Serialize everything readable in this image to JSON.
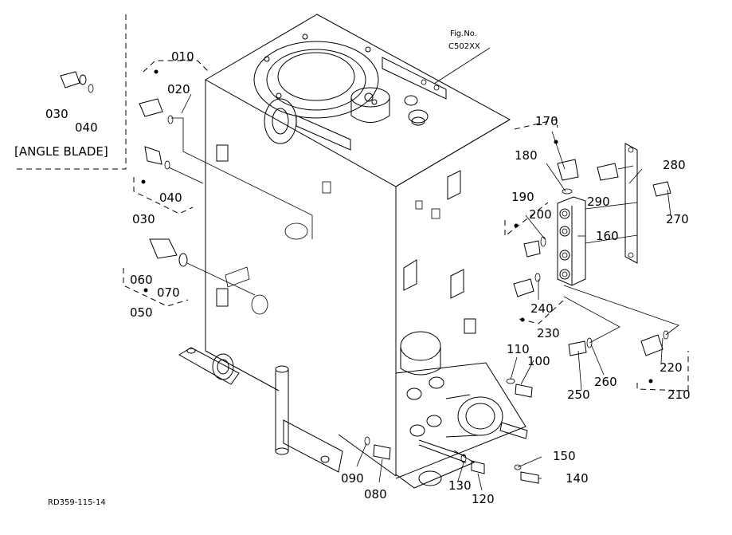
{
  "figure": {
    "fig_label": "Fig.No.",
    "fig_code": "C502XX",
    "angle_blade_label": "[ANGLE BLADE]",
    "ref_code": "RD359-115-14"
  },
  "part_numbers": [
    "010",
    "020",
    "030",
    "040",
    "030",
    "040",
    "050",
    "060",
    "070",
    "080",
    "090",
    "100",
    "110",
    "120",
    "130",
    "140",
    "150",
    "160",
    "170",
    "180",
    "190",
    "200",
    "210",
    "220",
    "230",
    "240",
    "250",
    "260",
    "270",
    "280",
    "290"
  ]
}
